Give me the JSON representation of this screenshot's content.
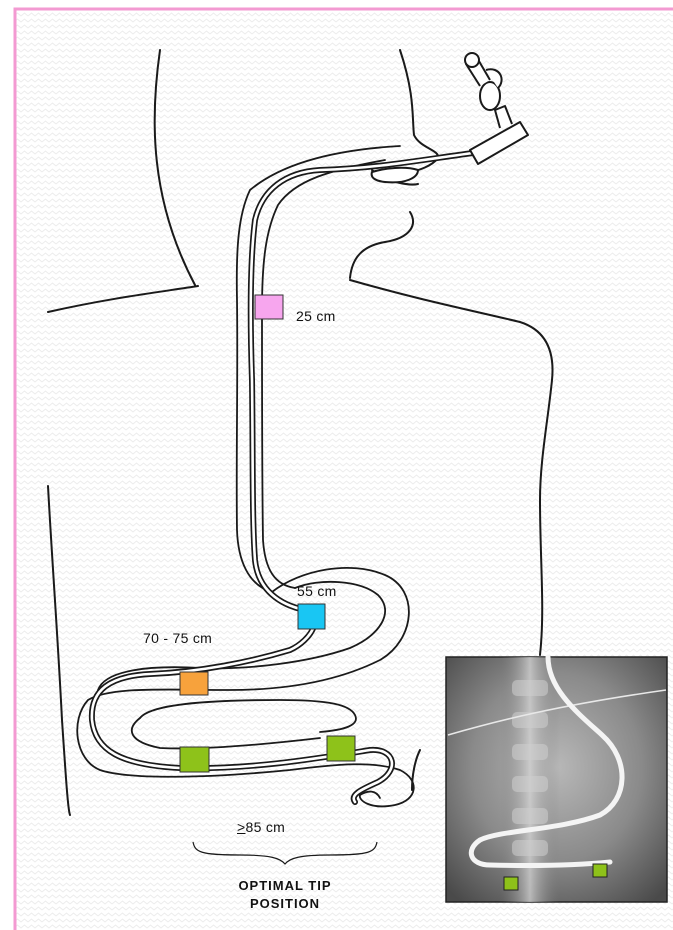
{
  "labels": {
    "mark_25": "25 cm",
    "mark_55": "55 cm",
    "mark_70_75": "70 - 75 cm",
    "mark_85_symbol": ">",
    "mark_85_value": "85 cm",
    "caption_line1": "OPTIMAL TIP",
    "caption_line2": "POSITION"
  },
  "colors": {
    "frame_border": "#f39ad2",
    "marker_25": "#f7a6ee",
    "marker_55": "#19c6f3",
    "marker_70_75": "#f7a23c",
    "marker_85": "#8ec21a",
    "outline": "#1a1a1a"
  }
}
